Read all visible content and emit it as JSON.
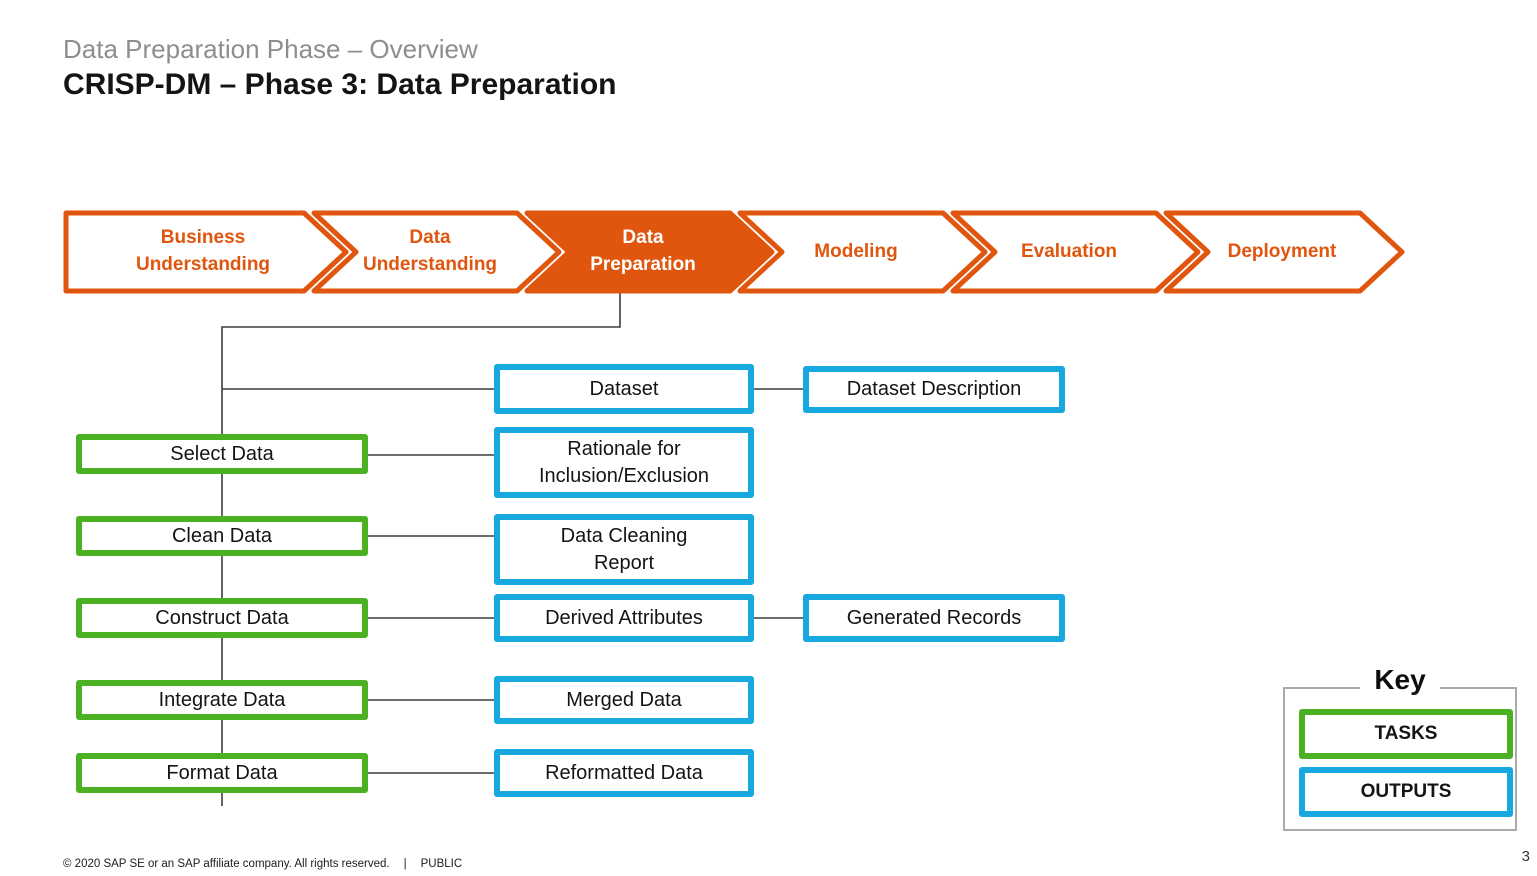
{
  "colors": {
    "orange": "#E0560E",
    "green": "#4CB122",
    "blue": "#17A8E0",
    "line": "#3D3D3D",
    "key-border": "#ABABAB",
    "subtitle-gray": "#8E8E8E"
  },
  "header": {
    "eyebrow": "Data Preparation Phase – Overview",
    "title": "CRISP-DM – Phase 3: Data Preparation"
  },
  "process_bar": {
    "active_phase": "Data Preparation",
    "phases": [
      {
        "label": "Business\nUnderstanding",
        "active": false
      },
      {
        "label": "Data\nUnderstanding",
        "active": false
      },
      {
        "label": "Data\nPreparation",
        "active": true
      },
      {
        "label": "Modeling",
        "active": false
      },
      {
        "label": "Evaluation",
        "active": false
      },
      {
        "label": "Deployment",
        "active": false
      }
    ]
  },
  "diagram": {
    "tasks": [
      "Select Data",
      "Clean Data",
      "Construct Data",
      "Integrate Data",
      "Format Data"
    ],
    "outputs": [
      "Dataset",
      "Rationale for\nInclusion/Exclusion",
      "Data Cleaning\nReport",
      "Derived Attributes",
      "Merged Data",
      "Reformatted Data"
    ],
    "secondary_outputs": [
      "Dataset Description",
      "Generated Records"
    ]
  },
  "key": {
    "title": "Key",
    "tasks_label": "TASKS",
    "outputs_label": "OUTPUTS"
  },
  "footer": {
    "copyright": "© 2020 SAP SE or an SAP affiliate company. All rights reserved.",
    "separator": "|",
    "classification": "PUBLIC",
    "page_number": "3"
  }
}
